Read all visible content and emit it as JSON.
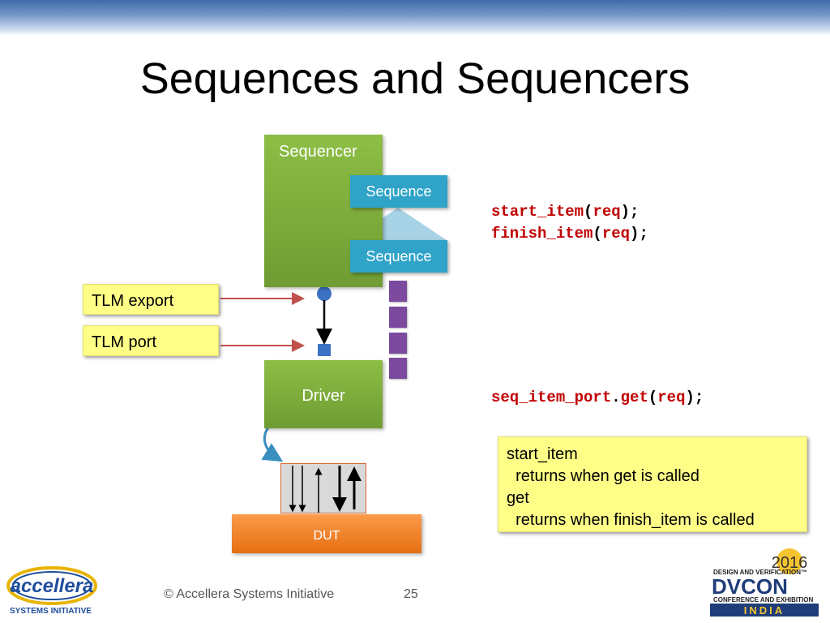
{
  "slide": {
    "title": "Sequences and Sequencers",
    "footer_copyright": "© Accellera Systems Initiative",
    "page_number": "25"
  },
  "diagram": {
    "sequencer_label": "Sequencer",
    "sequence_top_label": "Sequence",
    "sequence_bottom_label": "Sequence",
    "driver_label": "Driver",
    "dut_label": "DUT",
    "tlm_export_label": "TLM export",
    "tlm_port_label": "TLM port"
  },
  "code": {
    "line1_fn": "start_item",
    "line1_open": "(",
    "line1_arg": "req",
    "line1_close": ");",
    "line2_fn": "finish_item",
    "line2_open": "(",
    "line2_arg": "req",
    "line2_close": ");",
    "line3_obj": "seq_item_port",
    "line3_dot": ".",
    "line3_fn": "get",
    "line3_open": "(",
    "line3_arg": "req",
    "line3_close": ");"
  },
  "note": {
    "line1": "start_item",
    "line2": "  returns when get is called",
    "line3": "get",
    "line4": "  returns when finish_item is called"
  },
  "logos": {
    "accellera_text": "accellera",
    "accellera_sub": "SYSTEMS INITIATIVE",
    "dvcon_year": "2016",
    "dvcon_line1": "DESIGN AND VERIFICATION™",
    "dvcon_name": "DVCON",
    "dvcon_line2": "CONFERENCE AND EXHIBITION",
    "dvcon_region": "INDIA"
  },
  "colors": {
    "green_block": "#7aa83a",
    "sequence_blue": "#2fa3c8",
    "dut_orange": "#f08024",
    "note_yellow": "#ffff88",
    "code_red": "#c00000",
    "fifo_purple": "#7b4a9e",
    "arrow_red": "#c0504d"
  }
}
